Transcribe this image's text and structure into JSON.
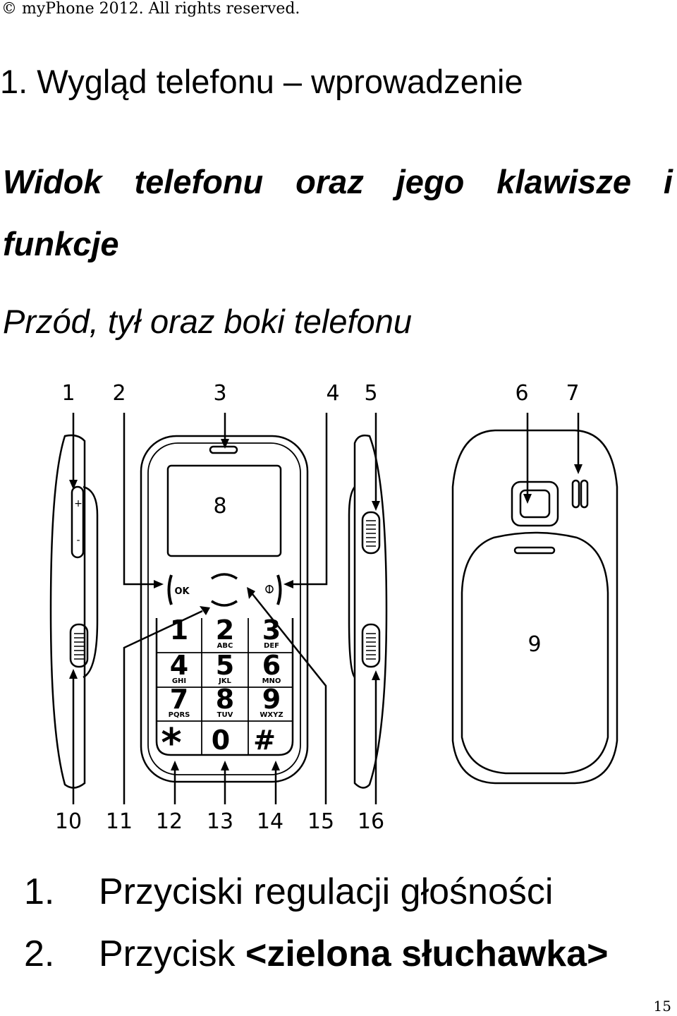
{
  "header": {
    "copyright": "© myPhone 2012. All rights reserved."
  },
  "section": {
    "title": "1. Wygląd telefonu – wprowadzenie",
    "subtitle": "Widok telefonu oraz jego klawisze i funkcje",
    "caption": "Przód, tył oraz boki telefonu"
  },
  "diagram": {
    "top_labels": [
      "1",
      "2",
      "3",
      "4",
      "5",
      "6",
      "7"
    ],
    "bottom_labels": [
      "10",
      "11",
      "12",
      "13",
      "14",
      "15",
      "16"
    ],
    "screen_label": "8",
    "back_label": "9",
    "keypad": [
      {
        "digit": "1",
        "letters": ""
      },
      {
        "digit": "2",
        "letters": "ABC"
      },
      {
        "digit": "3",
        "letters": "DEF"
      },
      {
        "digit": "4",
        "letters": "GHI"
      },
      {
        "digit": "5",
        "letters": "JKL"
      },
      {
        "digit": "6",
        "letters": "MNO"
      },
      {
        "digit": "7",
        "letters": "PQRS"
      },
      {
        "digit": "8",
        "letters": "TUV"
      },
      {
        "digit": "9",
        "letters": "WXYZ"
      },
      {
        "digit": "*",
        "letters": ""
      },
      {
        "digit": "0",
        "letters": ""
      },
      {
        "digit": "#",
        "letters": ""
      }
    ],
    "ok_label": "OK",
    "side_plus": "+",
    "side_minus": "-"
  },
  "legend": [
    {
      "num": "1.",
      "text": "Przyciski regulacji głośności"
    },
    {
      "num": "2.",
      "text_plain": "Przycisk ",
      "text_bold": "<zielona słuchawka>"
    }
  ],
  "footer": {
    "page_number": "15"
  }
}
